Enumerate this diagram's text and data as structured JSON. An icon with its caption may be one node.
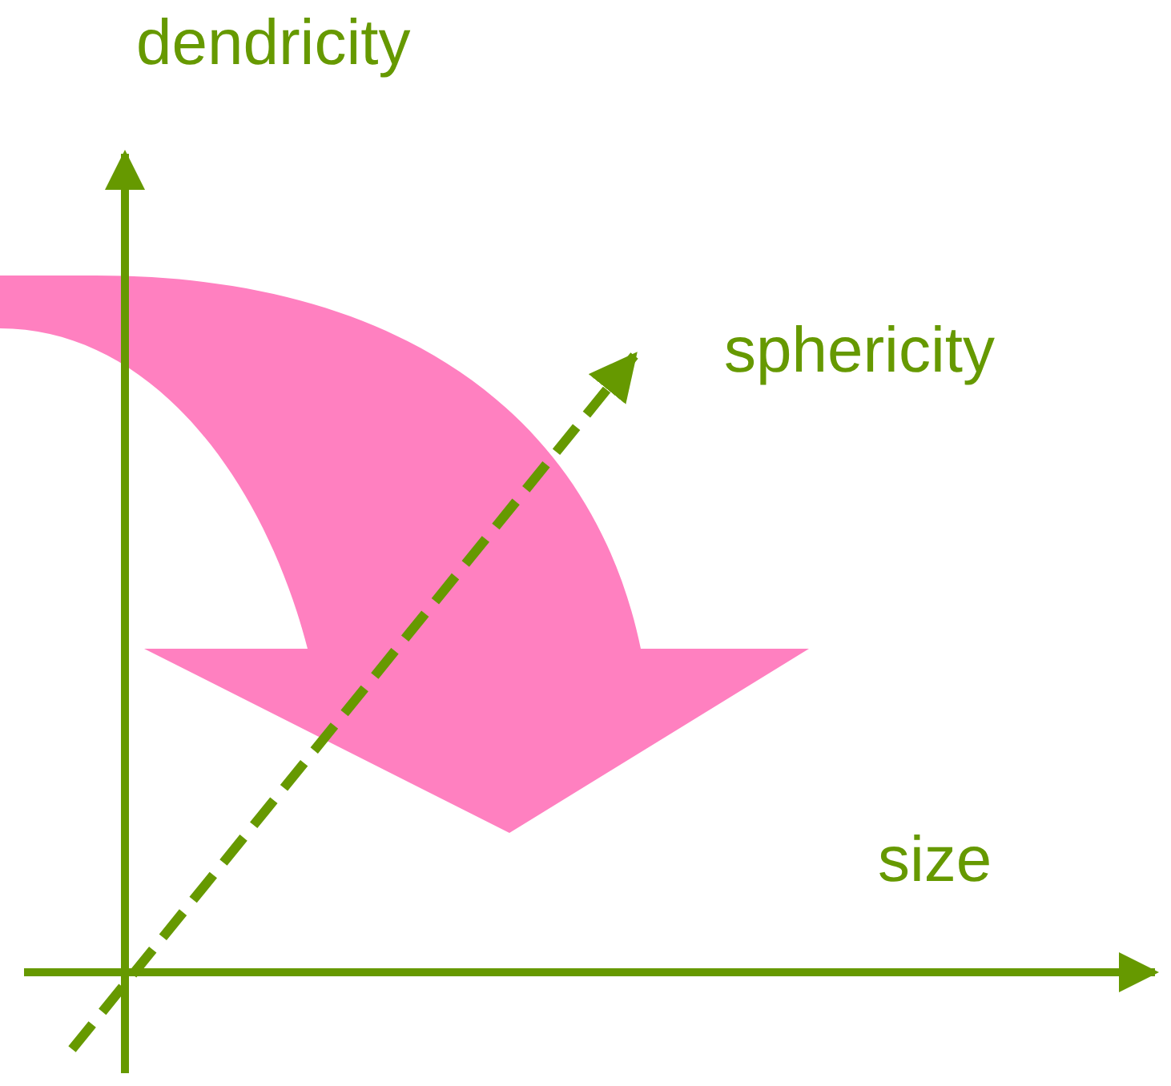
{
  "diagram": {
    "labels": [
      "dendricity",
      "sphericity",
      "size"
    ]
  }
}
